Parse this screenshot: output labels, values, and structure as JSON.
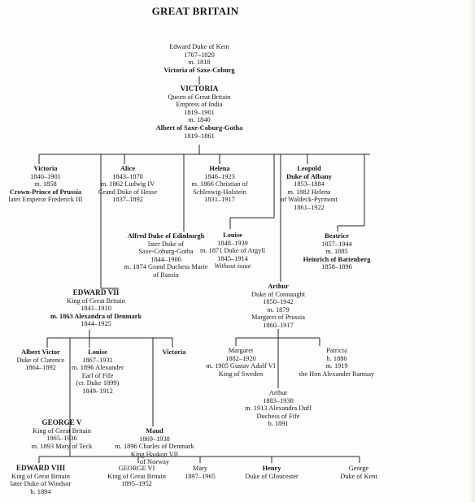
{
  "title": "GREAT BRITAIN",
  "nodes": {
    "edward_kent": [
      {
        "t": "Edward Duke of Kent",
        "s": ""
      },
      {
        "t": "1767–1820",
        "s": ""
      },
      {
        "t": "m. 1818",
        "s": ""
      },
      {
        "t": "Victoria of Saxe-Coburg",
        "s": "b"
      }
    ],
    "victoria_queen": [
      {
        "t": "VICTORIA",
        "s": "big"
      },
      {
        "t": "Queen of Great Britain",
        "s": ""
      },
      {
        "t": "Empress of India",
        "s": ""
      },
      {
        "t": "1819–1901",
        "s": ""
      },
      {
        "t": "m. 1840",
        "s": ""
      },
      {
        "t": "Albert of Saxe-Coburg-Gotha",
        "s": "b"
      },
      {
        "t": "1819–1861",
        "s": ""
      }
    ],
    "victoria_princess": [
      {
        "t": "Victoria",
        "s": "b"
      },
      {
        "t": "1840–1901",
        "s": ""
      },
      {
        "t": "m. 1858",
        "s": ""
      },
      {
        "t": "Crown-Prince of Prussia",
        "s": "b"
      },
      {
        "t": "later Emperor Frederick III",
        "s": ""
      }
    ],
    "alice": [
      {
        "t": "Alice",
        "s": "b"
      },
      {
        "t": "1843–1878",
        "s": ""
      },
      {
        "t": "m. 1862 Ludwig IV",
        "s": ""
      },
      {
        "t": "Grand Duke of Hesse",
        "s": ""
      },
      {
        "t": "1837–1892",
        "s": ""
      }
    ],
    "helena": [
      {
        "t": "Helena",
        "s": "b"
      },
      {
        "t": "1846–1923",
        "s": ""
      },
      {
        "t": "m. 1866 Christian of",
        "s": ""
      },
      {
        "t": "Schleswig-Holstein",
        "s": ""
      },
      {
        "t": "1831–1917",
        "s": ""
      }
    ],
    "leopold": [
      {
        "t": "Leopold",
        "s": "b"
      },
      {
        "t": "Duke of Albany",
        "s": "b"
      },
      {
        "t": "1853–1884",
        "s": ""
      },
      {
        "t": "m. 1882 Helena",
        "s": ""
      },
      {
        "t": "of Waldeck-Pyrmont",
        "s": ""
      },
      {
        "t": "1861–1922",
        "s": ""
      }
    ],
    "alfred": [
      {
        "t": "Alfred Duke of Edinburgh",
        "s": "b"
      },
      {
        "t": "later Duke of",
        "s": ""
      },
      {
        "t": "Saxe-Coburg-Gotha",
        "s": ""
      },
      {
        "t": "1844–1900",
        "s": ""
      },
      {
        "t": "m. 1874 Grand Duchess Marie",
        "s": ""
      },
      {
        "t": "of Russia",
        "s": ""
      }
    ],
    "louise_princess": [
      {
        "t": "Louise",
        "s": "b"
      },
      {
        "t": "1848–1939",
        "s": ""
      },
      {
        "t": "m. 1871 Duke of Argyll",
        "s": ""
      },
      {
        "t": "1845–1914",
        "s": ""
      },
      {
        "t": "Without issue",
        "s": "i"
      }
    ],
    "beatrice": [
      {
        "t": "Beatrice",
        "s": "b"
      },
      {
        "t": "1857–1944",
        "s": ""
      },
      {
        "t": "m. 1885",
        "s": ""
      },
      {
        "t": "Heinrich of Battenberg",
        "s": "b"
      },
      {
        "t": "1858–1896",
        "s": ""
      }
    ],
    "edward_vii": [
      {
        "t": "EDWARD VII",
        "s": "big"
      },
      {
        "t": "King of Great Britain",
        "s": ""
      },
      {
        "t": "1841–1910",
        "s": ""
      },
      {
        "t": "m. 1863 Alexandra of Denmark",
        "s": "b"
      },
      {
        "t": "1844–1925",
        "s": ""
      }
    ],
    "arthur_connaught": [
      {
        "t": "Arthur",
        "s": "b"
      },
      {
        "t": "Duke of Connaught",
        "s": ""
      },
      {
        "t": "1850–1942",
        "s": ""
      },
      {
        "t": "m. 1879",
        "s": ""
      },
      {
        "t": "Margaret of Prussia",
        "s": ""
      },
      {
        "t": "1860–1917",
        "s": ""
      }
    ],
    "albert_victor": [
      {
        "t": "Albert Victor",
        "s": "b"
      },
      {
        "t": "Duke of Clarence",
        "s": ""
      },
      {
        "t": "1864–1892",
        "s": ""
      }
    ],
    "louise_fife": [
      {
        "t": "Louise",
        "s": "b"
      },
      {
        "t": "1867–1931",
        "s": ""
      },
      {
        "t": "m. 1896 Alexander",
        "s": ""
      },
      {
        "t": "Earl of Fife",
        "s": ""
      },
      {
        "t": "(cr. Duke 1899)",
        "s": ""
      },
      {
        "t": "1849–1912",
        "s": ""
      }
    ],
    "victoria_daughter": [
      {
        "t": "Victoria",
        "s": "b"
      }
    ],
    "margaret": [
      {
        "t": "Margaret",
        "s": ""
      },
      {
        "t": "1882–1920",
        "s": ""
      },
      {
        "t": "m. 1905 Gustav Adolf VI",
        "s": ""
      },
      {
        "t": "King of Sweden",
        "s": ""
      }
    ],
    "patricia": [
      {
        "t": "Patricia",
        "s": ""
      },
      {
        "t": "b. 1886",
        "s": ""
      },
      {
        "t": "m. 1919",
        "s": ""
      },
      {
        "t": "the Hon Alexander Ramsay",
        "s": ""
      }
    ],
    "arthur_jr": [
      {
        "t": "Arthur",
        "s": ""
      },
      {
        "t": "1883–1938",
        "s": ""
      },
      {
        "t": "m. 1913 Alexandra Duff",
        "s": ""
      },
      {
        "t": "Duchess of Fife",
        "s": ""
      },
      {
        "t": "b. 1891",
        "s": ""
      }
    ],
    "george_v": [
      {
        "t": "GEORGE V",
        "s": "big"
      },
      {
        "t": "King of Great Britain",
        "s": ""
      },
      {
        "t": "1865–1936",
        "s": ""
      },
      {
        "t": "m. 1893 Mary of Teck",
        "s": ""
      }
    ],
    "maud": [
      {
        "t": "Maud",
        "s": "b"
      },
      {
        "t": "1869–1938",
        "s": ""
      },
      {
        "t": "m. 1896 Charles of Denmark",
        "s": ""
      },
      {
        "t": "King Haakon VII",
        "s": ""
      },
      {
        "t": "of Norway",
        "s": ""
      }
    ],
    "edward_viii": [
      {
        "t": "EDWARD VIII",
        "s": "big"
      },
      {
        "t": "King of Great Britain",
        "s": ""
      },
      {
        "t": "later Duke of Windsor",
        "s": ""
      },
      {
        "t": "b. 1894",
        "s": ""
      }
    ],
    "george_vi": [
      {
        "t": "GEORGE VI",
        "s": ""
      },
      {
        "t": "King of Great Britain",
        "s": ""
      },
      {
        "t": "1895–1952",
        "s": ""
      }
    ],
    "mary": [
      {
        "t": "Mary",
        "s": ""
      },
      {
        "t": "1897–1965",
        "s": ""
      }
    ],
    "henry": [
      {
        "t": "Henry",
        "s": "b"
      },
      {
        "t": "Duke of Gloucester",
        "s": ""
      }
    ],
    "george_kent": [
      {
        "t": "George",
        "s": ""
      },
      {
        "t": "Duke of Kent",
        "s": ""
      }
    ]
  }
}
